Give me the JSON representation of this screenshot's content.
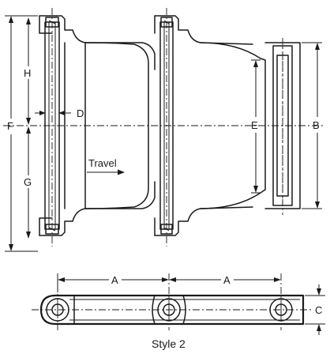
{
  "drawing": {
    "caption": "Style 2",
    "travel_label": "Travel",
    "dimensions": {
      "F": "F",
      "H": "H",
      "G": "G",
      "D": "D",
      "E": "E",
      "B": "B",
      "A_left": "A",
      "A_right": "A",
      "C": "C"
    }
  }
}
